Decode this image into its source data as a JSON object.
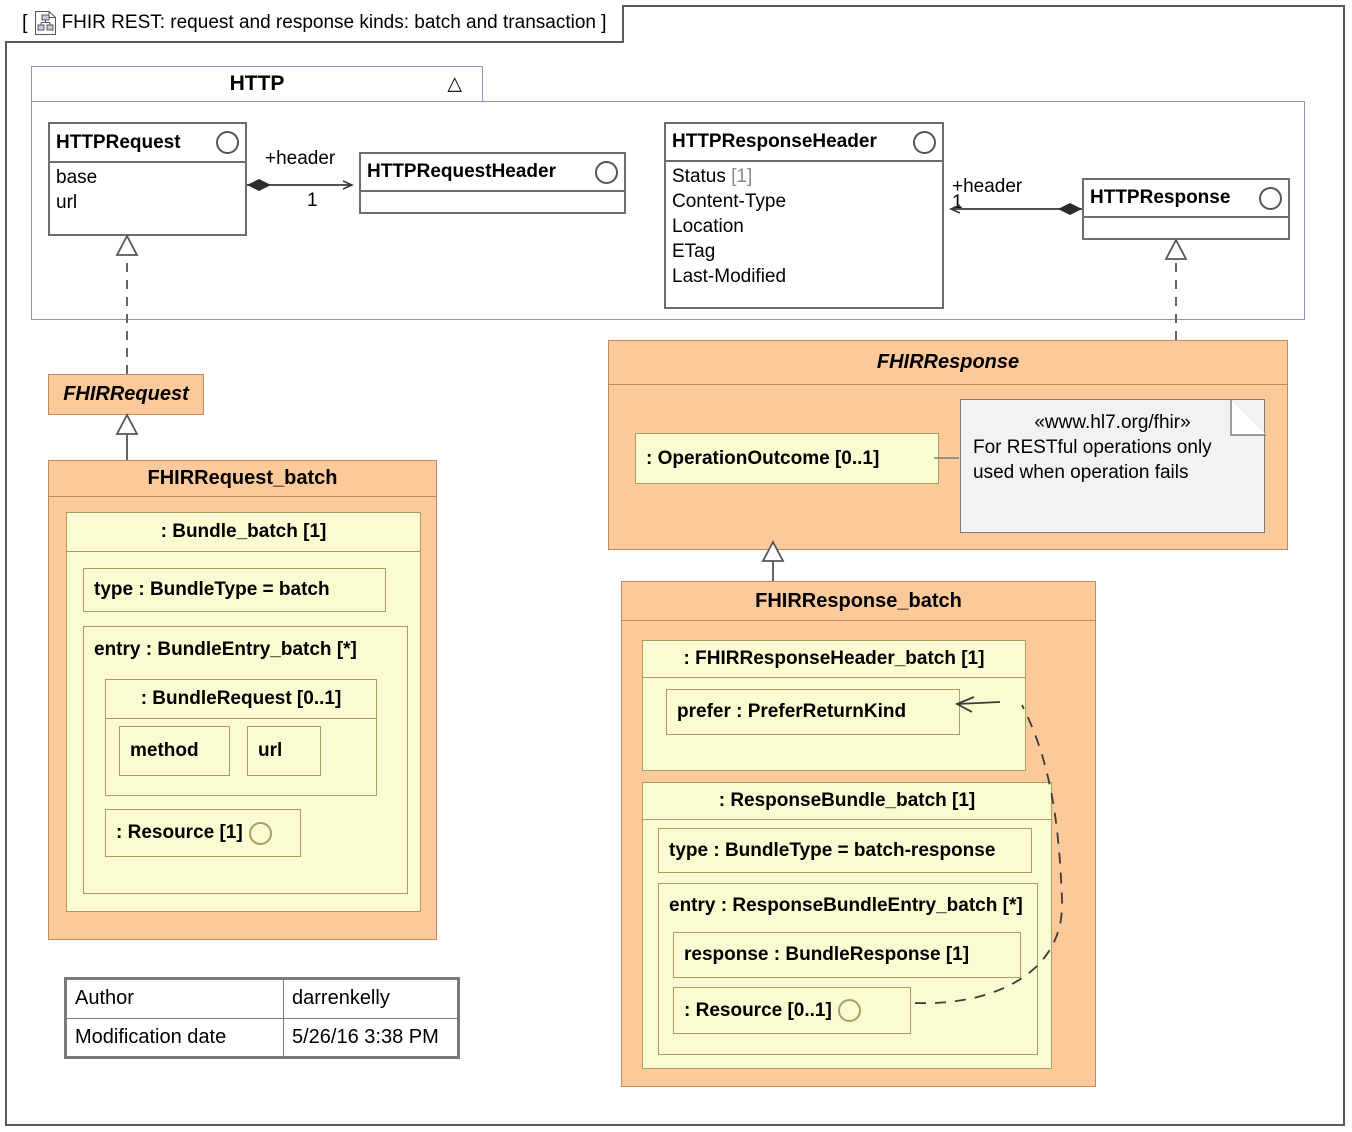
{
  "frame": {
    "title": "FHIR REST: request and response kinds: batch and transaction",
    "bracket_open": "[",
    "bracket_close": "]",
    "icon": "class-diagram-icon"
  },
  "package": {
    "name": "HTTP",
    "collapse_glyph": "△"
  },
  "classes": {
    "http_request": {
      "name": "HTTPRequest",
      "attrs": [
        "base",
        "url"
      ]
    },
    "http_request_header": {
      "name": "HTTPRequestHeader",
      "attrs": []
    },
    "http_response_header": {
      "name": "HTTPResponseHeader",
      "attrs": [
        "Status",
        "Content-Type",
        "Location",
        "ETag",
        "Last-Modified"
      ],
      "status_multiplicity": "[1]"
    },
    "http_response": {
      "name": "HTTPResponse",
      "attrs": []
    }
  },
  "associations": {
    "request_header": {
      "role": "+header",
      "multiplicity": "1"
    },
    "response_header": {
      "role": "+header",
      "multiplicity": "1"
    }
  },
  "fhir_request": {
    "name": "FHIRRequest"
  },
  "fhir_request_batch": {
    "name": "FHIRRequest_batch",
    "bundle": {
      "name": ": Bundle_batch [1]",
      "type_prop": "type : BundleType = batch",
      "entry": {
        "name": "entry : BundleEntry_batch [*]",
        "bundle_request": {
          "name": ": BundleRequest [0..1]",
          "fields": [
            "method",
            "url"
          ]
        },
        "resource": ": Resource [1]"
      }
    }
  },
  "fhir_response": {
    "name": "FHIRResponse",
    "operation_outcome": ": OperationOutcome [0..1]",
    "note": {
      "stereotype": "«www.hl7.org/fhir»",
      "lines": [
        "For RESTful operations only",
        "used when operation fails"
      ]
    }
  },
  "fhir_response_batch": {
    "name": "FHIRResponse_batch",
    "header": {
      "name": ": FHIRResponseHeader_batch [1]",
      "prefer": "prefer : PreferReturnKind"
    },
    "bundle": {
      "name": ": ResponseBundle_batch [1]",
      "type_prop": "type : BundleType = batch-response",
      "entry": {
        "name": "entry : ResponseBundleEntry_batch [*]",
        "response": "response : BundleResponse [1]",
        "resource": ": Resource [0..1]"
      }
    }
  },
  "meta_table": {
    "rows": [
      {
        "label": "Author",
        "value": "darrenkelly"
      },
      {
        "label": "Modification date",
        "value": "5/26/16 3:38 PM"
      }
    ]
  },
  "colors": {
    "orange_fill": "#fcc99b",
    "orange_border": "#bf8a5c",
    "yellow_fill": "#fbfbd2",
    "yellow_border": "#a8a061",
    "package_border": "#8d96bd",
    "class_border": "#6e6e6e",
    "note_fill": "#f2f2f2"
  }
}
